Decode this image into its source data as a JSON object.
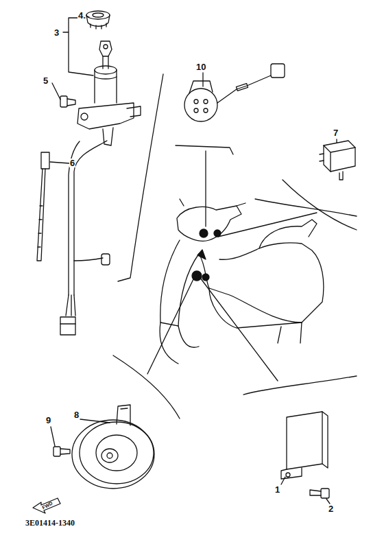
{
  "diagram": {
    "labels": [
      "4",
      "3",
      "10",
      "5",
      "7",
      "6",
      "9",
      "8",
      "1",
      "2",
      "FWD",
      "3E01414-1340"
    ]
  }
}
